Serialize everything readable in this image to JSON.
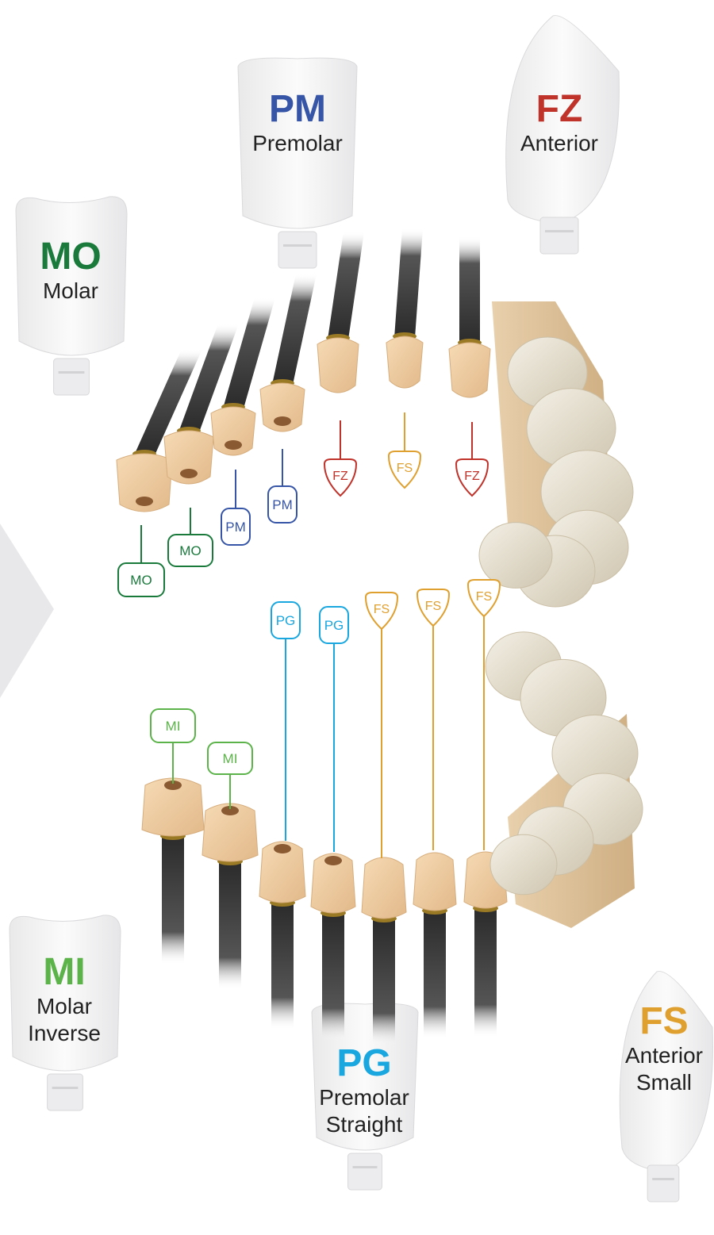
{
  "colors": {
    "MO": "#1a7a3c",
    "PM": "#3655a6",
    "FZ": "#c0332b",
    "FS": "#e0a030",
    "MI": "#5cb34a",
    "PG": "#1aa7e0",
    "abutment": "#f0cfa4",
    "implant": "#2b2b2b",
    "enamel": "#eae4d6",
    "root": "#d8b88e",
    "arrow": "#e8e8ea"
  },
  "types": {
    "MO": {
      "code": "MO",
      "name": [
        "Molar"
      ]
    },
    "PM": {
      "code": "PM",
      "name": [
        "Premolar"
      ]
    },
    "FZ": {
      "code": "FZ",
      "name": [
        "Anterior"
      ]
    },
    "MI": {
      "code": "MI",
      "name": [
        "Molar",
        "Inverse"
      ]
    },
    "PG": {
      "code": "PG",
      "name": [
        "Premolar",
        "Straight"
      ]
    },
    "FS": {
      "code": "FS",
      "name": [
        "Anterior",
        "Small"
      ]
    }
  },
  "upper_tags": [
    "MO",
    "MO",
    "PM",
    "PM",
    "FZ",
    "FS",
    "FZ"
  ],
  "lower_tags": [
    "MI",
    "MI",
    "PG",
    "PG",
    "FS",
    "FS",
    "FS"
  ]
}
